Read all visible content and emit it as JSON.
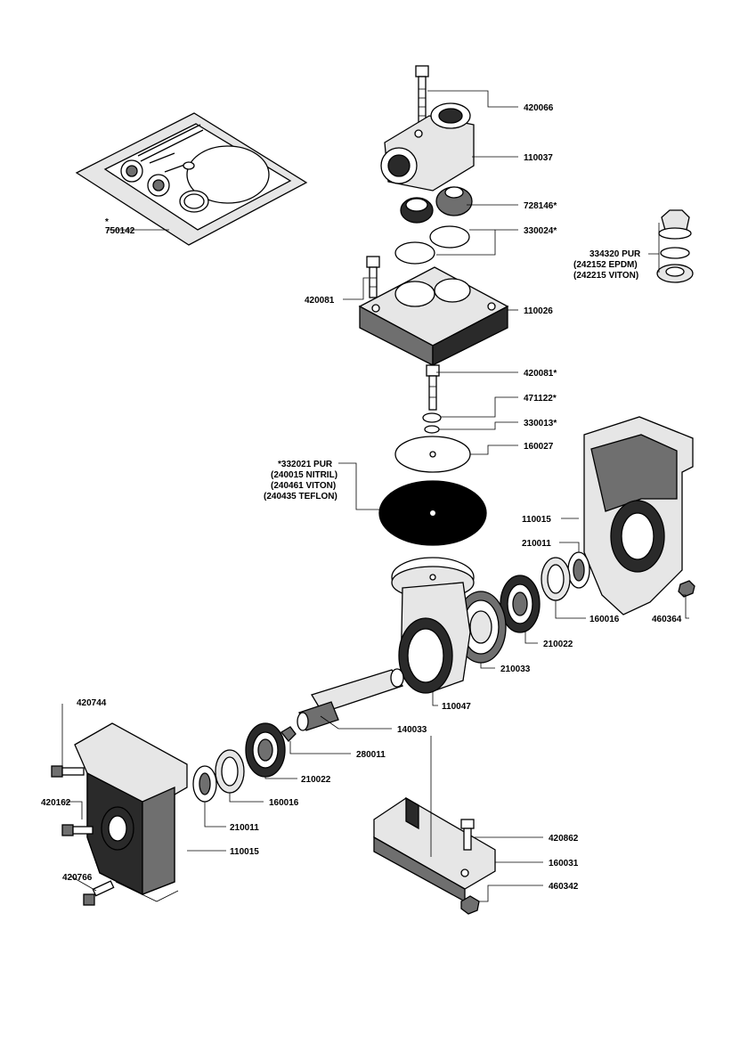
{
  "diagram": {
    "labels": {
      "kit": [
        "*",
        "750142"
      ],
      "p420066": "420066",
      "p110037": "110037",
      "p728146": "728146*",
      "p330024": "330024*",
      "p334320": [
        "334320 PUR",
        "(242152 EPDM)",
        "(242215 VITON)"
      ],
      "p420081a": "420081",
      "p110026": "110026",
      "p420081b": "420081*",
      "p471122": "471122*",
      "p330013": "330013*",
      "p160027": "160027",
      "p332021": [
        "*332021 PUR",
        "(240015 NITRIL)",
        "(240461 VITON)",
        "(240435 TEFLON)"
      ],
      "p110015a": "110015",
      "p210011a": "210011",
      "p160016a": "160016",
      "p460364": "460364",
      "p210022a": "210022",
      "p210033": "210033",
      "p110047": "110047",
      "p420744": "420744",
      "p140033": "140033",
      "p280011": "280011",
      "p210022b": "210022",
      "p160016b": "160016",
      "p420162": "420162",
      "p210011b": "210011",
      "p110015b": "110015",
      "p420766": "420766",
      "p420862": "420862",
      "p160031": "160031",
      "p460342": "460342"
    }
  }
}
